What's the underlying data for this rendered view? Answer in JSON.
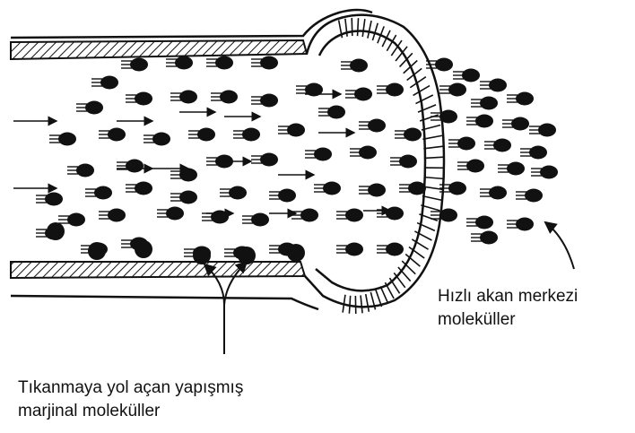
{
  "labels": {
    "central_line1": "Hızlı akan merkezi",
    "central_line2": "moleküller",
    "marginal_line1": "Tıkanmaya yol açan yapışmış",
    "marginal_line2": "marjinal moleküller"
  },
  "colors": {
    "ink": "#111111",
    "background": "#ffffff"
  }
}
